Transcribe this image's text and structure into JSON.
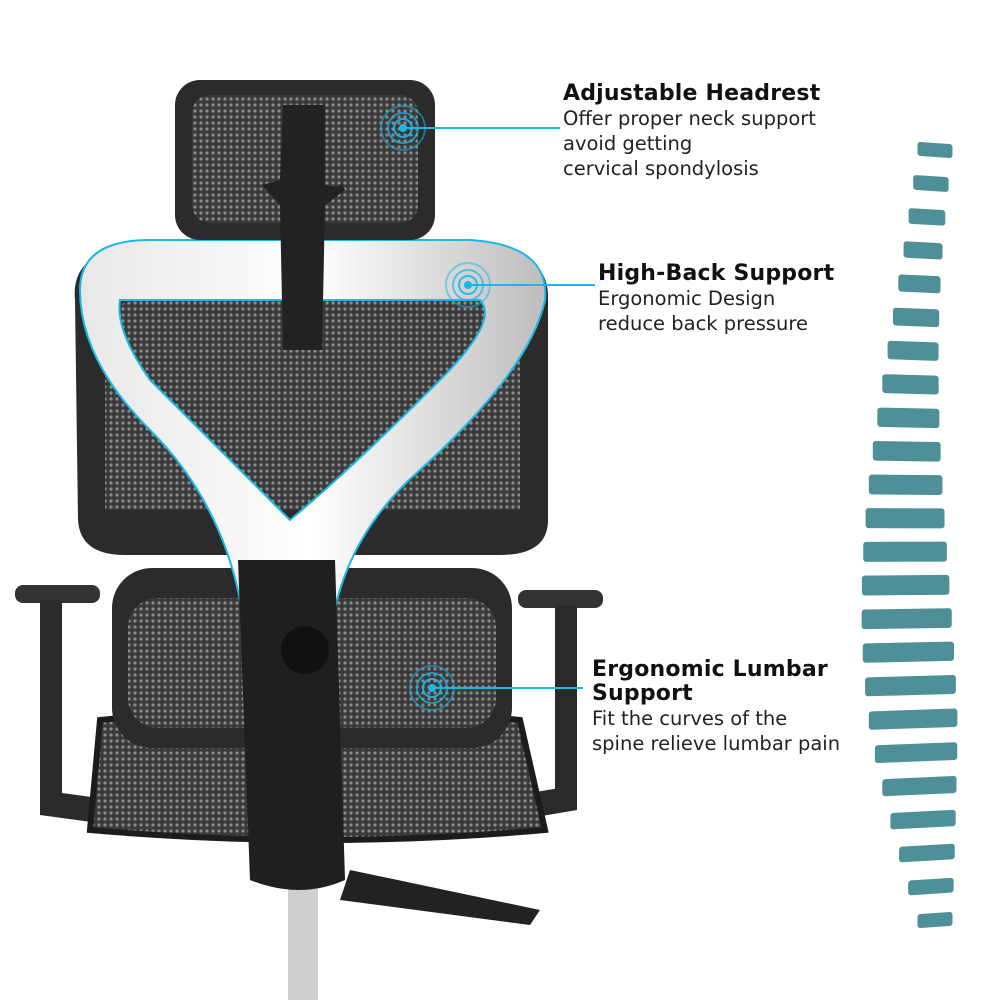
{
  "features": [
    {
      "title": "Adjustable Headrest",
      "lines": [
        "Offer proper neck support",
        "avoid getting",
        "cervical spondylosis"
      ]
    },
    {
      "title": "High-Back Support",
      "lines": [
        "Ergonomic Design",
        "reduce back pressure"
      ]
    },
    {
      "title": "Ergonomic Lumbar Support",
      "title_lines": [
        "Ergonomic Lumbar",
        "Support"
      ],
      "lines": [
        "Fit the curves of the",
        "spine relieve lumbar pain"
      ]
    }
  ],
  "colors": {
    "accent": "#1ab8e8",
    "vertebra": "#4f8f98",
    "frame": "#2b2b2b",
    "mesh": "#555555"
  },
  "spine": {
    "vertebra_count": 24
  }
}
